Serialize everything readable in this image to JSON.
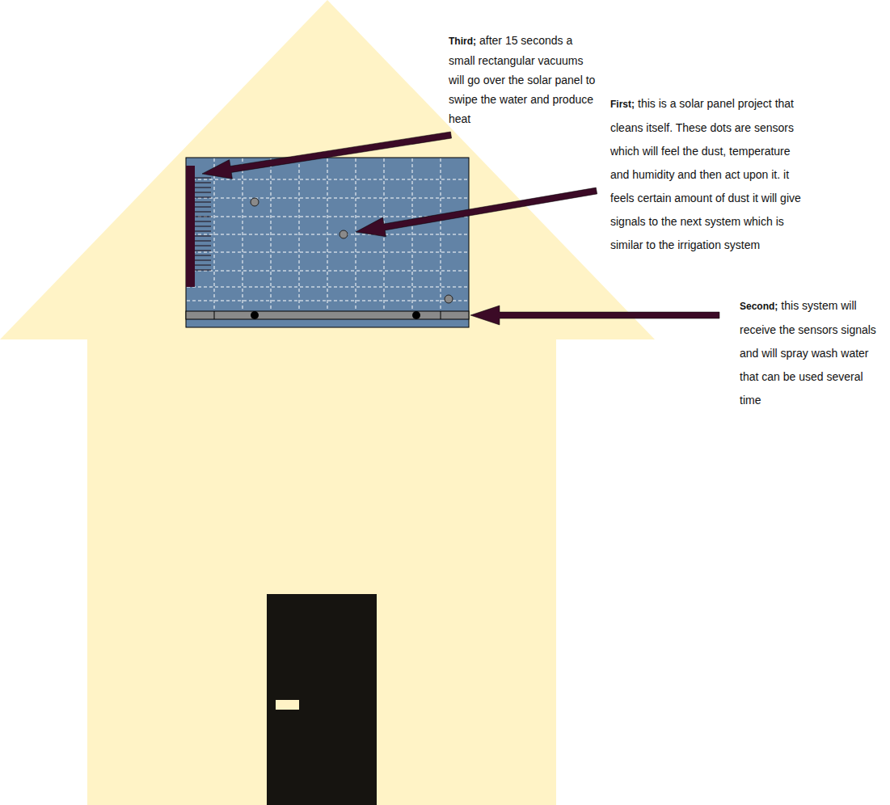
{
  "diagram": {
    "labels": [
      "Third;",
      "after 15 seconds a small rectangular vacuums will go over the solar panel to swipe the water and produce heat",
      "First;",
      "this is a solar panel project that cleans itself. These dots are sensors which will feel the dust, temperature and humidity and then act upon it. it feels certain amount of dust it will give signals to the next system which is similar to the irrigation system",
      "Second;",
      "this system will receive the sensors signals and will spray wash water that can be used several time"
    ]
  }
}
